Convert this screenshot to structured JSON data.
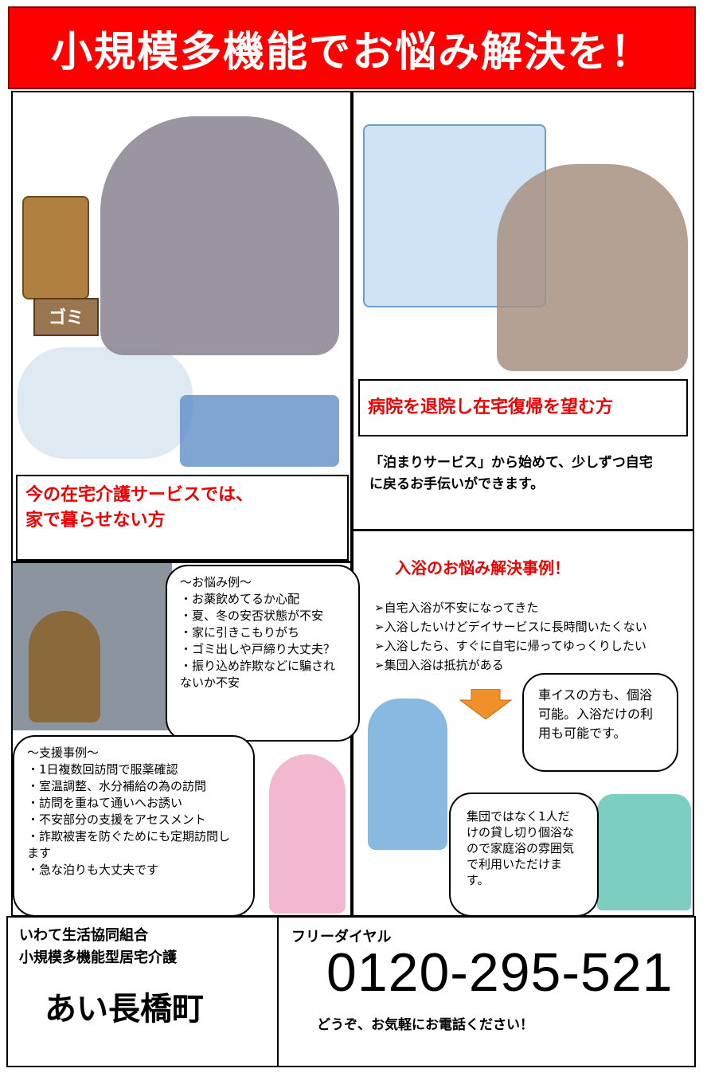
{
  "title": "小規模多機能でお悩み解決を！",
  "panel_home": {
    "caption_line1": "今の在宅介護サービスでは、",
    "caption_line2": "家で暮らせない方",
    "sign": "ゴミ"
  },
  "panel_hospital": {
    "caption": "病院を退院し在宅復帰を望む方",
    "body": "「泊まりサービス」から始めて、少しずつ自宅に戻るお手伝いができます。"
  },
  "worries": {
    "heading": "～お悩み例～",
    "items": [
      "・お薬飲めてるか心配",
      "・夏、冬の安否状態が不安",
      "・家に引きこもりがち",
      "・ゴミ出しや戸締り大丈夫？",
      "・振り込め詐欺などに騙されないか不安"
    ]
  },
  "support": {
    "heading": "～支援事例～",
    "items": [
      "・1日複数回訪問で服薬確認",
      "・室温調整、水分補給の為の訪問",
      "・訪問を重ねて通いへお誘い",
      "・不安部分の支援をアセスメント",
      "・詐欺被害を防ぐためにも定期訪問します",
      "・急な泊りも大丈夫です"
    ]
  },
  "bath": {
    "heading": "入浴のお悩み解決事例！",
    "items": [
      "➢自宅入浴が不安になってきた",
      "➢入浴したいけどデイサービスに長時間いたくない",
      "➢入浴したら、すぐに自宅に帰ってゆっくりしたい",
      "➢集団入浴は抵抗がある"
    ],
    "bubble1": "車イスの方も、個浴可能。入浴だけの利用も可能です。",
    "bubble2": "集団ではなく1人だけの貸し切り個浴なので家庭浴の雰囲気で利用いただけます。"
  },
  "footer": {
    "org": "いわて生活協同組合",
    "service": "小規模多機能型居宅介護",
    "facility": "あい長橋町",
    "dial_label": "フリーダイヤル",
    "phone": "0120-295-521",
    "note": "どうぞ、お気軽にお電話ください！"
  },
  "colors": {
    "title_bg": "#ff0000",
    "caption": "#e00000",
    "arrow": "#f0902a"
  }
}
